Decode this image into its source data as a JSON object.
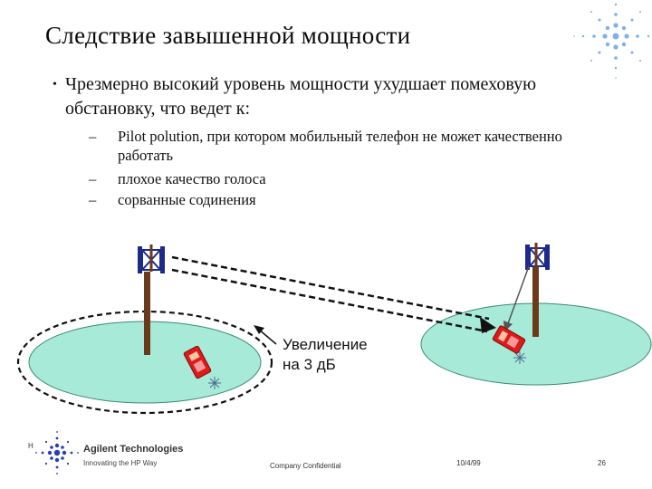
{
  "slide": {
    "title": "Следствие завышенной мощности",
    "bullet": "Чрезмерно высокий уровень мощности ухудшает помеховую обстановку, что ведет к:",
    "bullet_marker": "•",
    "sub_marker": "–",
    "sub_items": [
      "Pilot polution, при котором мобильный телефон не может качественно работать",
      "плохое качество голоса",
      "сорванные содинения"
    ],
    "callout": {
      "line1": "Увеличение",
      "line2": "на 3 дБ"
    }
  },
  "footer": {
    "marker": "H",
    "brand": "Agilent Technologies",
    "tagline": "Innovating the HP Way",
    "confidential": "Company Confidential",
    "date": "10/4/99",
    "page": "26"
  },
  "colors": {
    "cell_fill": "#a8ead8",
    "cell_stroke": "#3b8a72",
    "tower_pole": "#6b3a1a",
    "antenna": "#1c2a8a",
    "phone": "#e01a1a",
    "accent": "#2b3db0"
  }
}
